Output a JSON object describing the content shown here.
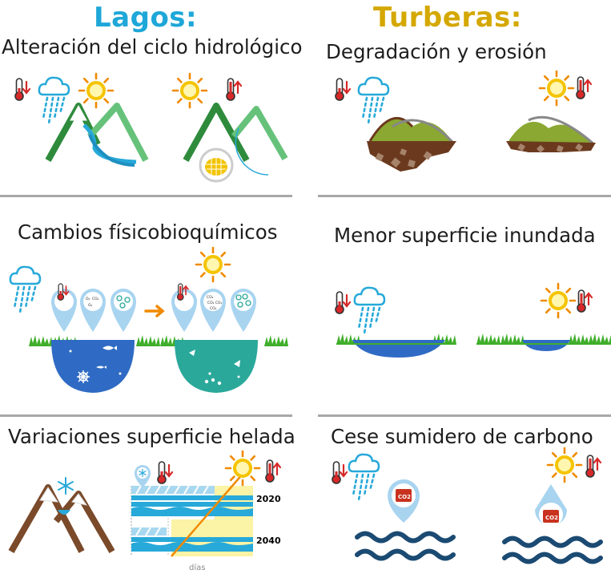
{
  "columns": {
    "lakes": {
      "title": "Lagos:",
      "sections": [
        {
          "label": "Alteración del ciclo hidrológico"
        },
        {
          "label": "Cambios físicobioquímicos"
        },
        {
          "label": "Variaciones superficie helada"
        }
      ]
    },
    "peatlands": {
      "title": "Turberas:",
      "sections": [
        {
          "label": "Degradación y erosión"
        },
        {
          "label": "Menor superficie inundada"
        },
        {
          "label": "Cese sumidero de carbono"
        }
      ]
    }
  },
  "ice_chart": {
    "years": [
      "2020",
      "2040"
    ],
    "xlabel": "días"
  },
  "badges": {
    "co2": "CO2"
  },
  "colors": {
    "lakes_title": "#1ea7d8",
    "peatlands_title": "#d4a800",
    "mountain_dark": "#2e8b3c",
    "mountain_light": "#66c27a",
    "water_blue": "#2f6bc4",
    "water_teal": "#2aa89a",
    "grass": "#3fae2a",
    "peat_brown": "#6b3a1e",
    "peat_green": "#8aa832",
    "sun": "#f5c400",
    "sun_ray": "#f08a00",
    "ice_cyan": "#27a9d9",
    "thermo_red": "#d62828",
    "wave_navy": "#1b4a72"
  },
  "icons": [
    "thermometer-icon",
    "rain-cloud-icon",
    "sun-icon",
    "snowflake-icon",
    "fish-icon",
    "arrow-right-icon",
    "co2-badge-icon"
  ]
}
